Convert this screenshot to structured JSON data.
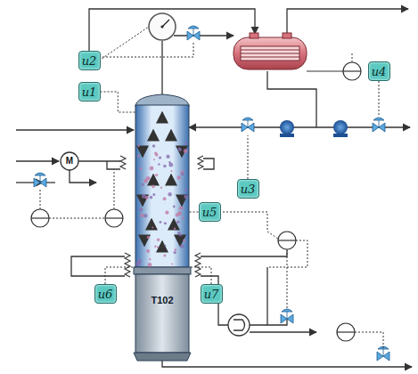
{
  "diagram": {
    "nodes": [
      {
        "text": [
          "u2"
        ]
      },
      {
        "text": [
          "u4"
        ]
      },
      {
        "text": [
          "u1"
        ]
      },
      {
        "text": [
          "T102"
        ]
      },
      {
        "text": [
          "u3"
        ]
      },
      {
        "text": [
          "u5"
        ]
      },
      {
        "text": [
          "u6"
        ]
      },
      {
        "text": [
          "u7"
        ]
      }
    ],
    "edges": [
      {
        "from": 2,
        "to": 3,
        "arrow": "none"
      },
      {
        "from": 5,
        "to": 3,
        "arrow": "none"
      },
      {
        "from": 6,
        "to": 3,
        "arrow": "none"
      },
      {
        "from": 7,
        "to": 3,
        "arrow": "none"
      }
    ],
    "labels": [
      "M"
    ]
  }
}
